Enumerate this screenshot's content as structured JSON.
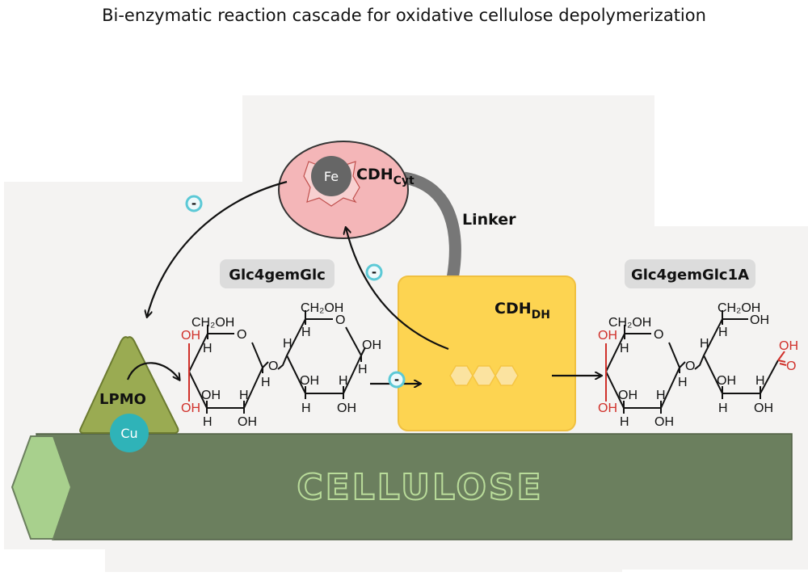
{
  "title": "Bi-enzymatic reaction cascade for oxidative cellulose depolymerization",
  "substrate": "CELLULOSE",
  "enzymes": {
    "lpmo": {
      "label": "LPMO",
      "metal": "Cu"
    },
    "cdh_cyt": {
      "label": "CDH",
      "sub": "Cyt",
      "metal": "Fe"
    },
    "cdh_dh": {
      "label": "CDH",
      "sub": "DH"
    },
    "linker": "Linker"
  },
  "electron_badge": "-",
  "compounds": {
    "substrate_name": "Glc4gemGlc",
    "product_name": "Glc4gemGlc1A"
  },
  "chem": {
    "ch2oh": "CH₂OH",
    "oh": "OH",
    "h": "H",
    "o": "O"
  },
  "colors": {
    "cellulose": "#6b7f5e",
    "lpmo": "#9aab52",
    "cu": "#2fb3b8",
    "cdh_cyt": "#f4b6b8",
    "cdh_dh": "#fdd451",
    "oxidation": "#d0302a"
  }
}
